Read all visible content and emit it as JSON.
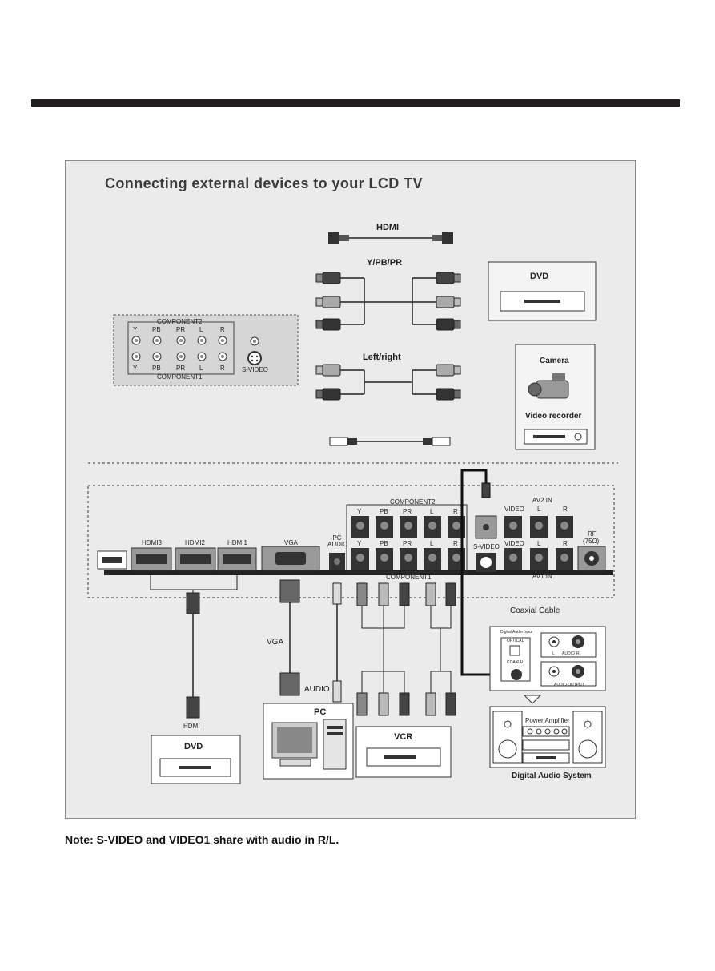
{
  "page": {
    "heading": "Connecting external devices to your LCD TV",
    "note": "Note: S-VIDEO and VIDEO1 share with audio in R/L."
  },
  "cables": {
    "hdmi": "HDMI",
    "ypbpr": "Y/PB/PR",
    "leftright": "Left/right"
  },
  "devices": {
    "dvd_top": "DVD",
    "camera": "Camera",
    "video_recorder": "Video recorder",
    "dvd_bottom": "DVD",
    "pc": "PC",
    "vcr": "VCR",
    "coaxial_cable": "Coaxial Cable",
    "digital_audio_system": "Digital Audio System",
    "power_amplifier": "Power Amplifier"
  },
  "component_panel": {
    "component2": "COMPONENT2",
    "component1": "COMPONENT1",
    "svideo": "S-VIDEO",
    "top_labels": [
      "Y",
      "PB",
      "PR",
      "L",
      "R"
    ],
    "bottom_labels": [
      "Y",
      "PB",
      "PR",
      "L",
      "R"
    ]
  },
  "tv_panel": {
    "hdmi3": "HDMI3",
    "hdmi2": "HDMI2",
    "hdmi1": "HDMI1",
    "vga": "VGA",
    "pc_audio": "PC AUDIO",
    "component2": "COMPONENT2",
    "component1": "COMPONENT1",
    "comp_top": [
      "Y",
      "PB",
      "PR",
      "L",
      "R"
    ],
    "comp_bottom": [
      "Y",
      "PB",
      "PR",
      "L",
      "R"
    ],
    "svideo": "S-VIDEO",
    "av2_in": "AV2 IN",
    "av1_in": "AV1 IN",
    "av_top": [
      "VIDEO",
      "L",
      "R"
    ],
    "av_bottom": [
      "VIDEO",
      "L",
      "R"
    ],
    "rf": "RF",
    "rf_ohm": "(75Ω)"
  },
  "cable_labels": {
    "hdmi": "HDMI",
    "vga": "VGA",
    "audio": "AUDIO"
  },
  "audio_panel": {
    "digital_audio_input": "Digital Audio Input",
    "optical": "OPTICAL",
    "coaxial": "COAXIAL",
    "l": "L",
    "audio": "AUDIO",
    "r": "R",
    "audio_output": "AUDIO OUTPUT"
  }
}
